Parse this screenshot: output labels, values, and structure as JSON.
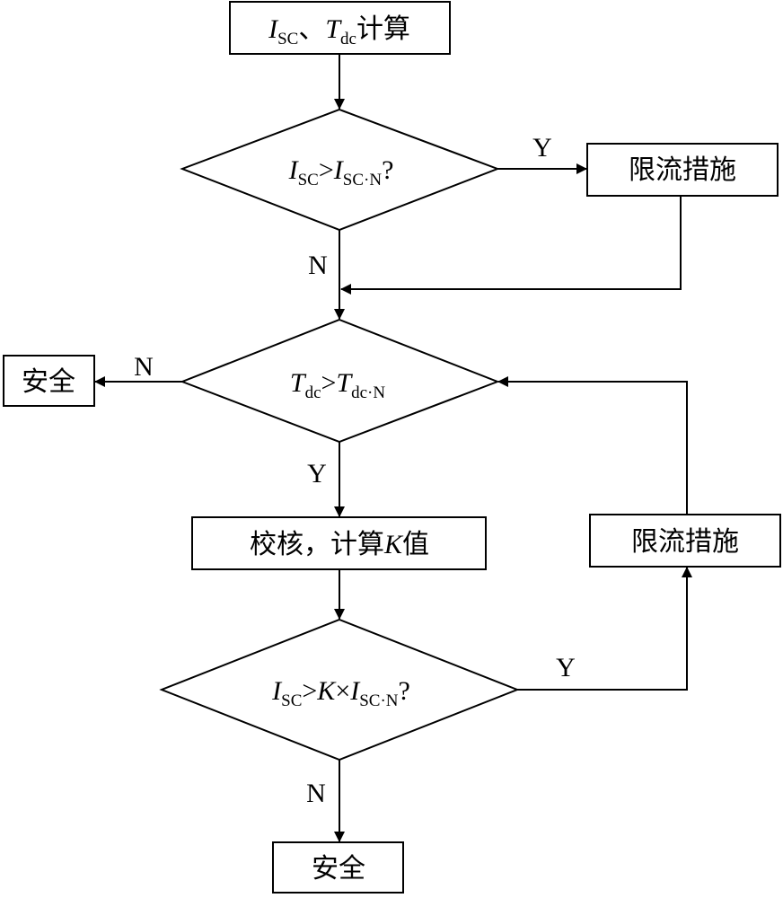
{
  "nodes": {
    "start": {
      "var1": "I",
      "sub1": "SC",
      "sep": "、",
      "var2": "T",
      "sub2": "dc",
      "suffix": "计算"
    },
    "cond1": {
      "var1": "I",
      "sub1": "SC",
      "op": ">",
      "var2": "I",
      "sub2": "SC·N",
      "q": "?"
    },
    "limit1": {
      "text": "限流措施"
    },
    "cond2": {
      "var1": "T",
      "sub1": "dc",
      "op": ">",
      "var2": "T",
      "sub2": "dc·N"
    },
    "safe_left": {
      "text": "安全"
    },
    "check": {
      "prefix": "校核，计算",
      "var": "K",
      "suffix": "值"
    },
    "cond3": {
      "var1": "I",
      "sub1": "SC",
      "op": ">",
      "var2": "K",
      "times": "×",
      "var3": "I",
      "sub3": "SC·N",
      "q": "?"
    },
    "limit2": {
      "text": "限流措施"
    },
    "safe_bottom": {
      "text": "安全"
    }
  },
  "edge_labels": {
    "cond1_yes": "Y",
    "cond1_no": "N",
    "cond2_no": "N",
    "cond2_yes": "Y",
    "cond3_yes": "Y",
    "cond3_no": "N"
  }
}
